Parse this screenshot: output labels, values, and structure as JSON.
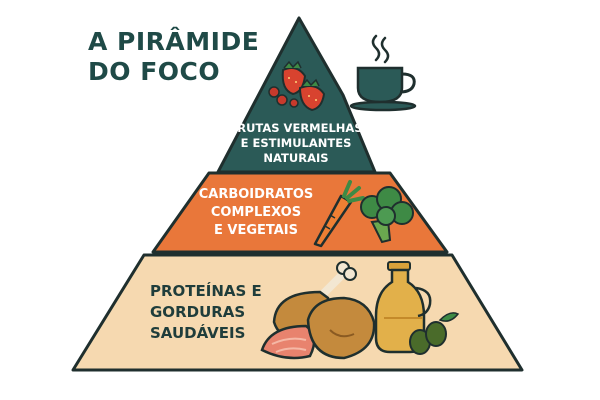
{
  "title": {
    "line1": "A PIRÂMIDE",
    "line2": "DO FOCO"
  },
  "tiers": [
    {
      "lines": [
        "FRUTAS VERMELHAS",
        "E ESTIMULANTES",
        "NATURAIS"
      ],
      "color": "#2b5a57",
      "text_color": "#ffffff",
      "icons": [
        "strawberry-icon",
        "coffee-cup-icon"
      ]
    },
    {
      "lines": [
        "CARBOIDRATOS",
        "COMPLEXOS",
        "E VEGETAIS"
      ],
      "color": "#e9773a",
      "text_color": "#ffffff",
      "icons": [
        "carrot-icon",
        "broccoli-icon"
      ]
    },
    {
      "lines": [
        "PROTEÍNAS E",
        "GORDURAS",
        "SAUDÁVEIS"
      ],
      "color": "#f6d9b0",
      "text_color": "#1f3d3b",
      "icons": [
        "chicken-leg-icon",
        "salmon-icon",
        "olive-oil-bottle-icon",
        "olives-icon"
      ]
    }
  ],
  "colors": {
    "outline": "#1f2f2e",
    "title": "#1f4a47"
  }
}
